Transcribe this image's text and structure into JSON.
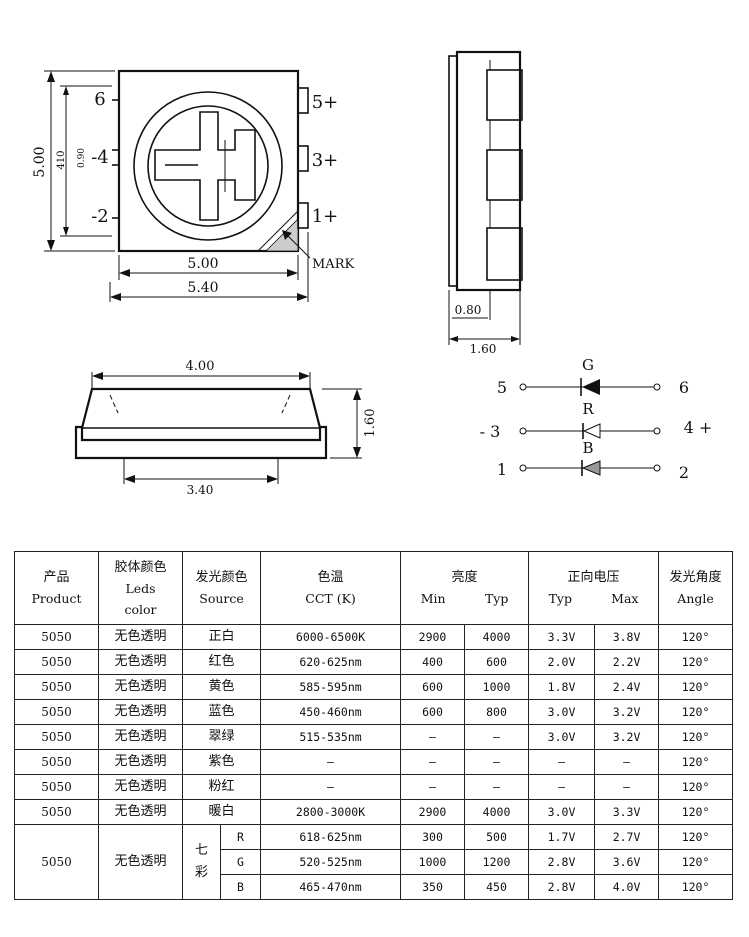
{
  "drawing": {
    "top_view": {
      "dim_height_outer": "5.00",
      "dim_height_inner": "410",
      "dim_pin_pitch": "0.90",
      "dim_width_body": "5.00",
      "dim_width_total": "5.40",
      "pin_labels_left": [
        "6",
        "-4",
        "-2"
      ],
      "pin_labels_right": [
        "5+",
        "3+",
        "1+"
      ],
      "mark_label": "MARK"
    },
    "side_view": {
      "dim_pad": "0.80",
      "dim_depth": "1.60"
    },
    "front_view": {
      "dim_top": "4.00",
      "dim_bottom": "3.40",
      "dim_height": "1.60"
    },
    "schematic": {
      "rows": [
        {
          "left": "5",
          "right": "6",
          "color": "G"
        },
        {
          "left": "- 3",
          "right": "4 +",
          "color": "R"
        },
        {
          "left": "1",
          "right": "2",
          "color": "B"
        }
      ]
    }
  },
  "table": {
    "headers": {
      "product": [
        "产品",
        "Product"
      ],
      "leds_color": [
        "胶体颜色",
        "Leds",
        "color"
      ],
      "source": [
        "发光颜色",
        "Source"
      ],
      "cct": [
        "色温",
        "CCT (K)"
      ],
      "brightness": "亮度",
      "brightness_sub": [
        "Min",
        "Typ"
      ],
      "voltage": "正向电压",
      "voltage_sub": [
        "Typ",
        "Max"
      ],
      "angle": [
        "发光角度",
        "Angle"
      ]
    },
    "rows": [
      {
        "product": "5050",
        "leds": "无色透明",
        "source": "正白",
        "cct": "6000-6500K",
        "min": "2900",
        "typ": "4000",
        "vtyp": "3.3V",
        "vmax": "3.8V",
        "angle": "120°"
      },
      {
        "product": "5050",
        "leds": "无色透明",
        "source": "红色",
        "cct": "620-625nm",
        "min": "400",
        "typ": "600",
        "vtyp": "2.0V",
        "vmax": "2.2V",
        "angle": "120°"
      },
      {
        "product": "5050",
        "leds": "无色透明",
        "source": "黄色",
        "cct": "585-595nm",
        "min": "600",
        "typ": "1000",
        "vtyp": "1.8V",
        "vmax": "2.4V",
        "angle": "120°"
      },
      {
        "product": "5050",
        "leds": "无色透明",
        "source": "蓝色",
        "cct": "450-460nm",
        "min": "600",
        "typ": "800",
        "vtyp": "3.0V",
        "vmax": "3.2V",
        "angle": "120°"
      },
      {
        "product": "5050",
        "leds": "无色透明",
        "source": "翠绿",
        "cct": "515-535nm",
        "min": "—",
        "typ": "—",
        "vtyp": "3.0V",
        "vmax": "3.2V",
        "angle": "120°"
      },
      {
        "product": "5050",
        "leds": "无色透明",
        "source": "紫色",
        "cct": "—",
        "min": "—",
        "typ": "—",
        "vtyp": "—",
        "vmax": "—",
        "angle": "120°"
      },
      {
        "product": "5050",
        "leds": "无色透明",
        "source": "粉红",
        "cct": "—",
        "min": "—",
        "typ": "—",
        "vtyp": "—",
        "vmax": "—",
        "angle": "120°"
      },
      {
        "product": "5050",
        "leds": "无色透明",
        "source": "暖白",
        "cct": "2800-3000K",
        "min": "2900",
        "typ": "4000",
        "vtyp": "3.0V",
        "vmax": "3.3V",
        "angle": "120°"
      }
    ],
    "rgb": {
      "product": "5050",
      "leds": "无色透明",
      "group_label": [
        "七",
        "彩"
      ],
      "rows": [
        {
          "ch": "R",
          "cct": "618-625nm",
          "min": "300",
          "typ": "500",
          "vtyp": "1.7V",
          "vmax": "2.7V",
          "angle": "120°"
        },
        {
          "ch": "G",
          "cct": "520-525nm",
          "min": "1000",
          "typ": "1200",
          "vtyp": "2.8V",
          "vmax": "3.6V",
          "angle": "120°"
        },
        {
          "ch": "B",
          "cct": "465-470nm",
          "min": "350",
          "typ": "450",
          "vtyp": "2.8V",
          "vmax": "4.0V",
          "angle": "120°"
        }
      ]
    }
  }
}
